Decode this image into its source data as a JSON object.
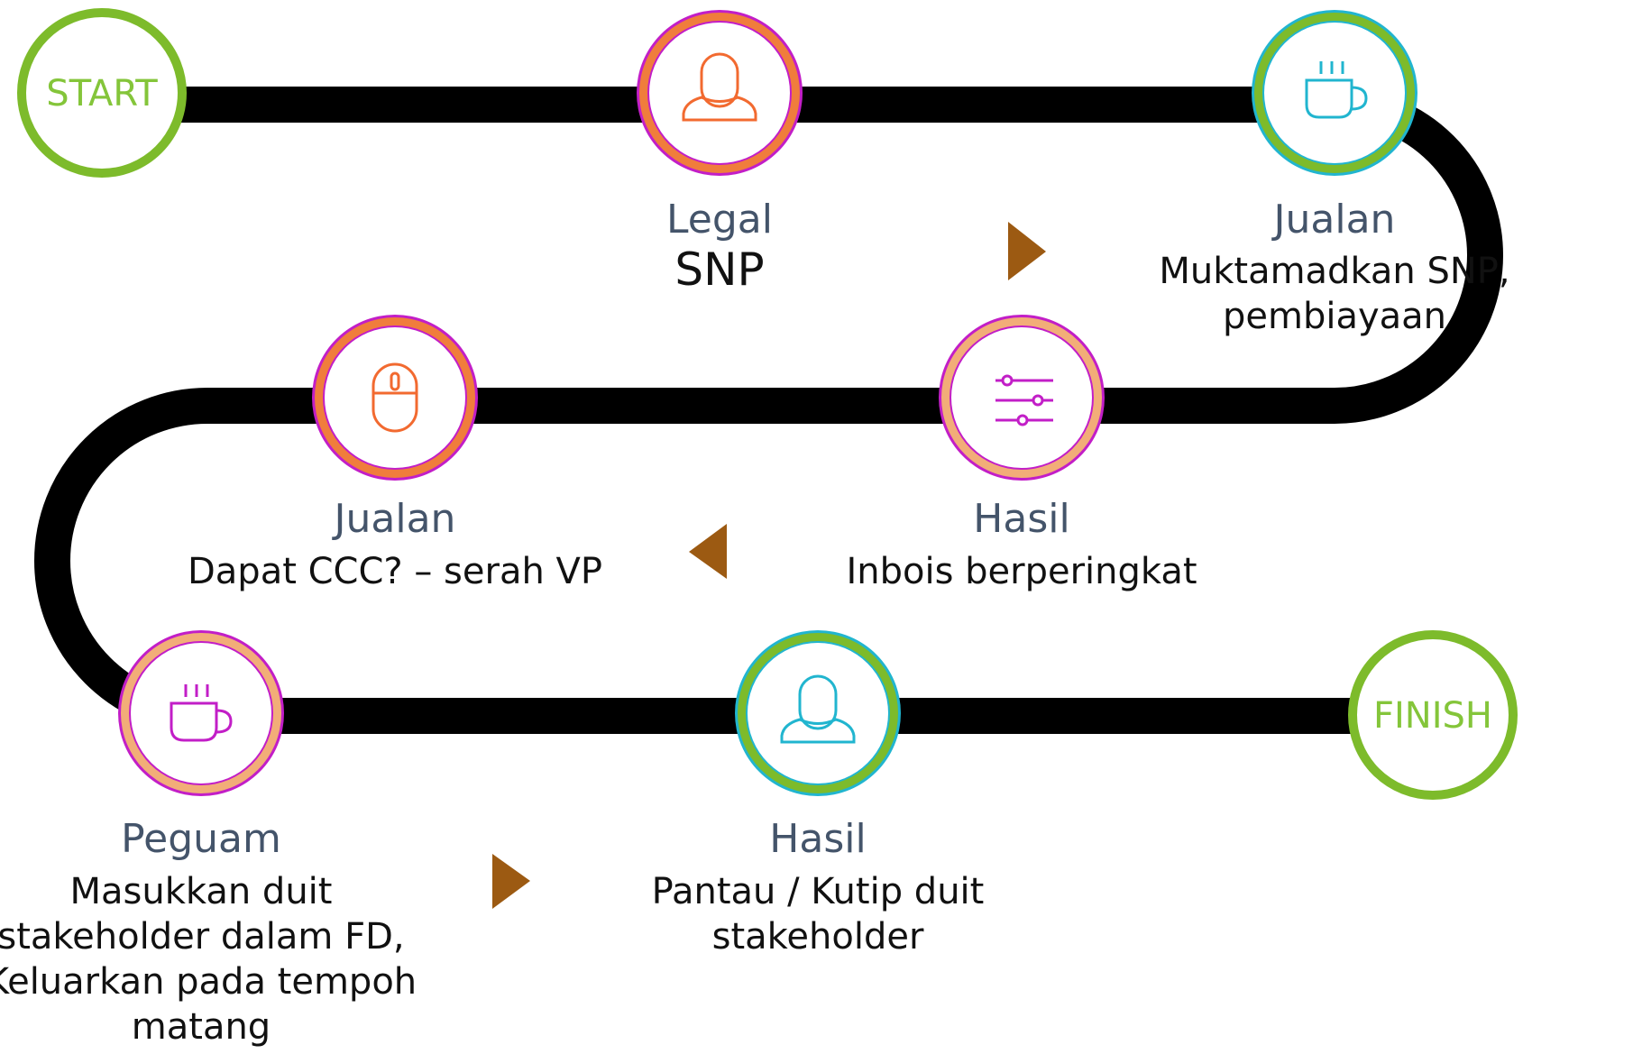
{
  "colors": {
    "path": "#000000",
    "green": "#7dbb2b",
    "orange": "#f07d3c",
    "peach": "#f2ad78",
    "magenta": "#c21ec7",
    "cyan": "#21b5cf",
    "icon_orange": "#f26a30",
    "icon_cyan": "#21b5cf",
    "icon_magenta": "#c21ec7",
    "arrow": "#9c5a12",
    "role_text": "#44546a",
    "body_text": "#111111",
    "terminal_text": "#84c53a"
  },
  "start_label": "START",
  "finish_label": "FINISH",
  "steps": [
    {
      "role": "Legal",
      "desc_lines": [
        "SNP"
      ],
      "icon": "person-icon"
    },
    {
      "role": "Jualan",
      "desc_lines": [
        "Muktamadkan SNP,",
        "pembiayaan"
      ],
      "icon": "coffee-cup-icon"
    },
    {
      "role": "Hasil",
      "desc_lines": [
        "Inbois berperingkat"
      ],
      "icon": "sliders-icon"
    },
    {
      "role": "Jualan",
      "desc_lines": [
        "Dapat CCC? – serah VP"
      ],
      "icon": "mouse-icon"
    },
    {
      "role": "Peguam",
      "desc_lines": [
        "Masukkan duit",
        "stakeholder dalam FD,",
        "Keluarkan pada tempoh",
        "matang"
      ],
      "icon": "coffee-cup-icon"
    },
    {
      "role": "Hasil",
      "desc_lines": [
        "Pantau / Kutip duit",
        "stakeholder"
      ],
      "icon": "person-icon"
    }
  ],
  "direction_arrows": [
    "right",
    "left",
    "right"
  ]
}
